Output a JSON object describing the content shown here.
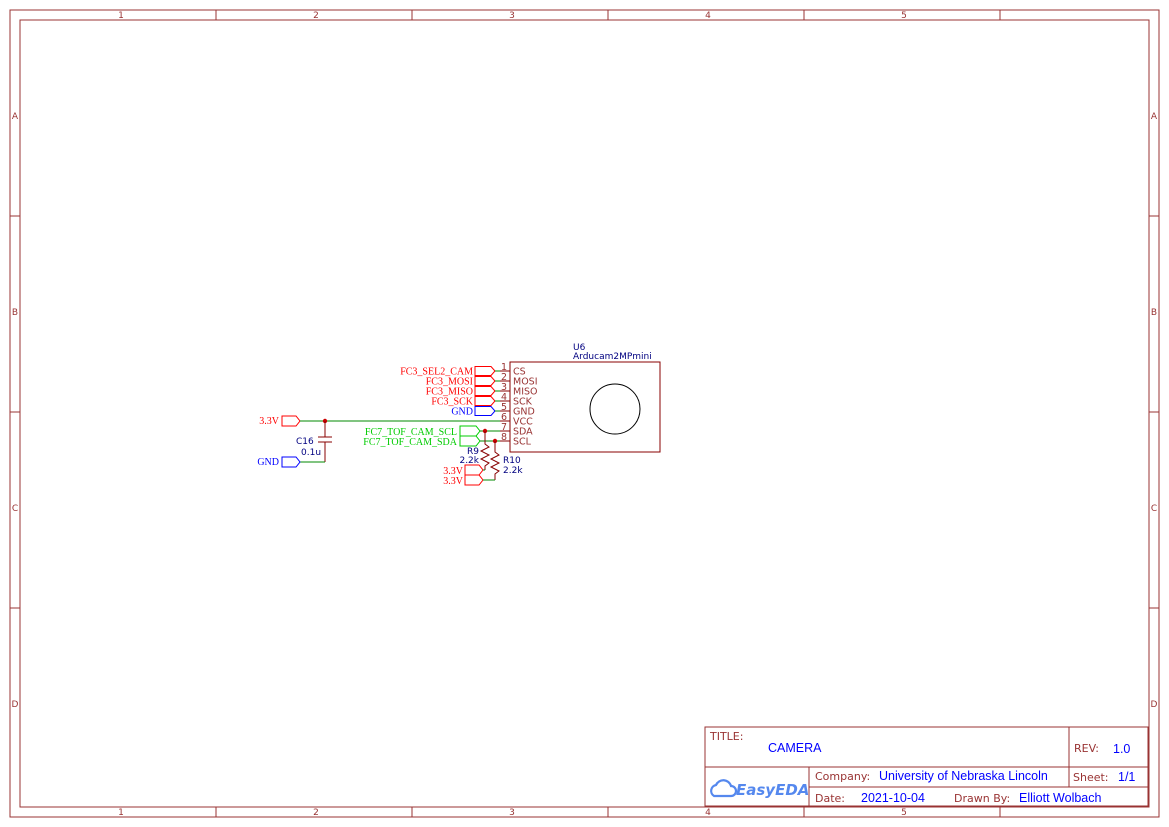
{
  "frame": {
    "columns": [
      "1",
      "2",
      "3",
      "4",
      "5"
    ],
    "rows": [
      "A",
      "B",
      "C",
      "D"
    ]
  },
  "component": {
    "designator": "U6",
    "name": "Arducam2MPmini",
    "pins": [
      {
        "num": "1",
        "name": "CS",
        "net": "FC3_SEL2_CAM",
        "color": "#ff0000"
      },
      {
        "num": "2",
        "name": "MOSI",
        "net": "FC3_MOSI",
        "color": "#ff0000"
      },
      {
        "num": "3",
        "name": "MISO",
        "net": "FC3_MISO",
        "color": "#ff0000"
      },
      {
        "num": "4",
        "name": "SCK",
        "net": "FC3_SCK",
        "color": "#ff0000"
      },
      {
        "num": "5",
        "name": "GND",
        "net": "GND",
        "color": "#0000ff"
      },
      {
        "num": "6",
        "name": "VCC",
        "net": "",
        "color": ""
      },
      {
        "num": "7",
        "name": "SDA",
        "net": "",
        "color": ""
      },
      {
        "num": "8",
        "name": "SCL",
        "net": "",
        "color": ""
      }
    ]
  },
  "nets": {
    "vcc_flag": "3.3V",
    "gnd_flag": "GND",
    "scl_flag": "FC7_TOF_CAM_SCL",
    "sda_flag": "FC7_TOF_CAM_SDA",
    "r9_pullup": "3.3V",
    "r10_pullup": "3.3V"
  },
  "passives": {
    "c16": {
      "designator": "C16",
      "value": "0.1u"
    },
    "r9": {
      "designator": "R9",
      "value": "2.2k"
    },
    "r10": {
      "designator": "R10",
      "value": "2.2k"
    }
  },
  "title_block": {
    "title_label": "TITLE:",
    "title": "CAMERA",
    "rev_label": "REV:",
    "rev": "1.0",
    "company_label": "Company:",
    "company": "University of Nebraska Lincoln",
    "sheet_label": "Sheet:",
    "sheet": "1/1",
    "date_label": "Date:",
    "date": "2021-10-04",
    "drawn_by_label": "Drawn By:",
    "drawn_by": "Elliott Wolbach",
    "logo": "EasyEDA"
  },
  "colors": {
    "frame": "#993333",
    "wire": "#008800",
    "power": "#ff0000",
    "ground": "#0000ff",
    "i2c": "#00cc00",
    "logo": "#5588ee"
  }
}
